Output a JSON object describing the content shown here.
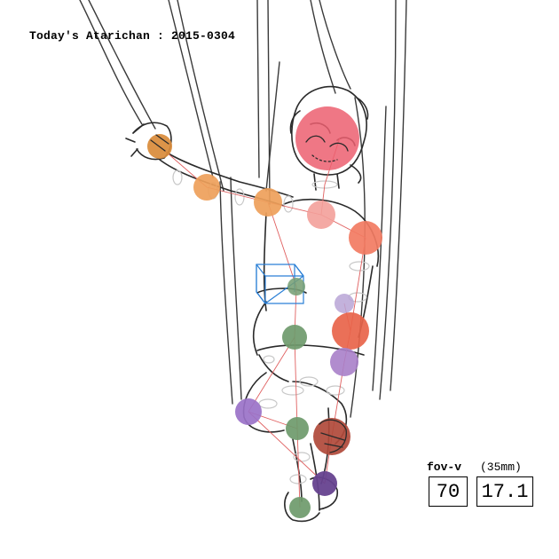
{
  "title": "Today's Atarichan : 2015-0304",
  "camera": {
    "fov_label": "fov-v",
    "lens_label": "(35mm)",
    "fov_value": "70",
    "focal_value": "17.1"
  },
  "joints": [
    {
      "name": "head",
      "color": "#ec5f70"
    },
    {
      "name": "neck",
      "color": "#f3a09a"
    },
    {
      "name": "right-shoulder",
      "color": "#f27b62"
    },
    {
      "name": "left-shoulder",
      "color": "#eea05a"
    },
    {
      "name": "left-elbow",
      "color": "#eea05a"
    },
    {
      "name": "left-hand",
      "color": "#d98b3a"
    },
    {
      "name": "torso-upper",
      "color": "#789f75"
    },
    {
      "name": "hip-center",
      "color": "#6f9a6c"
    },
    {
      "name": "right-chest",
      "color": "#b8a5d6"
    },
    {
      "name": "right-hip",
      "color": "#e8644a"
    },
    {
      "name": "right-thigh",
      "color": "#a97fc9"
    },
    {
      "name": "left-knee",
      "color": "#9a72c8"
    },
    {
      "name": "knee-center",
      "color": "#6e9a6b"
    },
    {
      "name": "right-knee",
      "color": "#b0493a"
    },
    {
      "name": "ankle",
      "color": "#66428f"
    },
    {
      "name": "foot",
      "color": "#6e9a6b"
    }
  ]
}
